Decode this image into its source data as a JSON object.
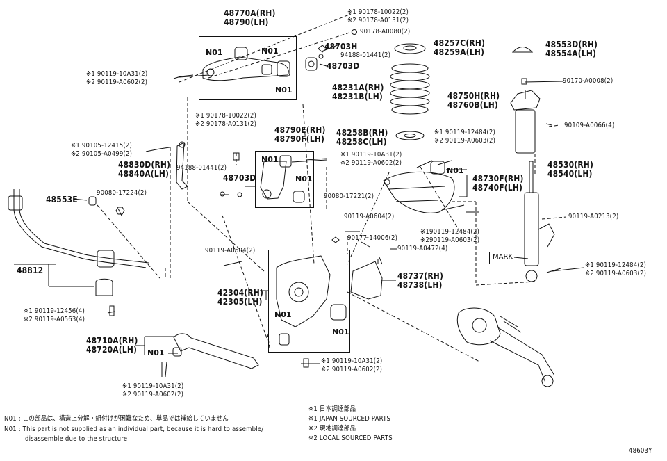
{
  "diagram_id": "48603Y",
  "notes": {
    "n01_jp": "N01 : この部品は、構造上分解・組付けが困難なため、単品では補給していません",
    "n01_en_1": "N01 : This part is not supplied as an individual part, because it is hard to assemble/",
    "n01_en_2": "disassemble due to the structure",
    "s1_jp": "※1 日本調達部品",
    "s1_en": "※1 JAPAN SOURCED PARTS",
    "s2_jp": "※2 現地調達部品",
    "s2_en": "※2 LOCAL SOURCED PARTS"
  },
  "n01": "N01",
  "mark": "MARK",
  "parts": {
    "p48770": [
      "48770A(RH)",
      "48790(LH)"
    ],
    "p48790e": [
      "48790E(RH)",
      "48790F(LH)"
    ],
    "p48257": [
      "48257C(RH)",
      "48259A(LH)"
    ],
    "p48553d": [
      "48553D(RH)",
      "48554A(LH)"
    ],
    "p48231": [
      "48231A(RH)",
      "48231B(LH)"
    ],
    "p48750": [
      "48750H(RH)",
      "48760B(LH)"
    ],
    "p48258": [
      "48258B(RH)",
      "48258C(LH)"
    ],
    "p48830": [
      "48830D(RH)",
      "48840A(LH)"
    ],
    "p48530": [
      "48530(RH)",
      "48540(LH)"
    ],
    "p48730": [
      "48730F(RH)",
      "48740F(LH)"
    ],
    "p48737": [
      "48737(RH)",
      "48738(LH)"
    ],
    "p42304": [
      "42304(RH)",
      "42305(LH)"
    ],
    "p48710": [
      "48710A(RH)",
      "48720A(LH)"
    ],
    "p48553e": "48553E",
    "p48812": "48812",
    "p48703h": "48703H",
    "p48703d_a": "48703D",
    "p48703d_b": "48703D"
  },
  "bolts": {
    "b_top1": [
      "※1 90178-10022(2)",
      "※2 90178-A0131(2)"
    ],
    "b_top2": "90178-A0080(2)",
    "b_94188_a": "94188-01441(2)",
    "b_top_left": [
      "※1 90119-10A31(2)",
      "※2 90119-A0602(2)"
    ],
    "b_90170": "90170-A0008(2)",
    "b_mid_nut": [
      "※1 90178-10022(2)",
      "※2 90178-A0131(2)"
    ],
    "b_90109": "90109-A0066(4)",
    "b_48830": [
      "※1 90105-12415(2)",
      "※2 90105-A0499(2)"
    ],
    "b_ua_right": [
      "※1 90119-12484(2)",
      "※2 90119-A0603(2)"
    ],
    "b_ua_mid": [
      "※1 90119-10A31(2)",
      "※2 90119-A0602(2)"
    ],
    "b_94188_b": "94188-01441(2)",
    "b_90080_a": "90080-17224(2)",
    "b_90080_b": "90080-17221(2)",
    "b_90119_0604_a": "90119-A0604(2)",
    "b_90119_0213": "90119-A0213(2)",
    "b_ll_right": [
      "※190119-12484(2)",
      "※290119-A0603(2)"
    ],
    "b_90177": "90177-14006(2)",
    "b_90119_0604_b": "90119-A0604(2)",
    "b_90119_0472": "90119-A0472(4)",
    "b_shock_low": [
      "※1 90119-12484(2)",
      "※2 90119-A0603(2)"
    ],
    "b_stab": [
      "※1 90119-12456(4)",
      "※2 90119-A0563(4)"
    ],
    "b_knuckle_low": [
      "※1 90119-10A31(2)",
      "※2 90119-A0602(2)"
    ],
    "b_lower_arm": [
      "※1 90119-10A31(2)",
      "※2 90119-A0602(2)"
    ]
  }
}
